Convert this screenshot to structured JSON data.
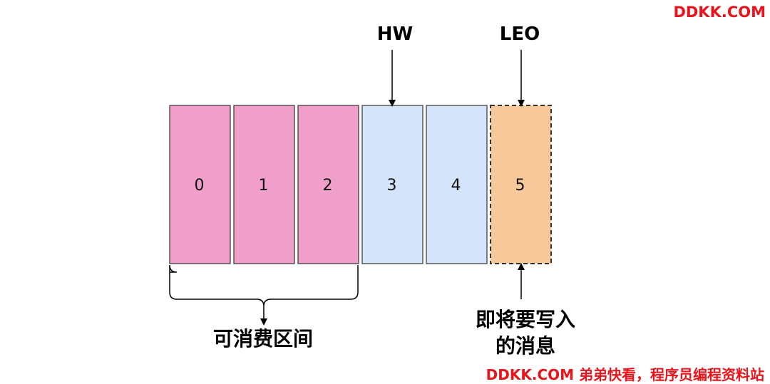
{
  "cells": [
    {
      "label": "0",
      "group": "consumable"
    },
    {
      "label": "1",
      "group": "consumable"
    },
    {
      "label": "2",
      "group": "consumable"
    },
    {
      "label": "3",
      "group": "committed"
    },
    {
      "label": "4",
      "group": "committed"
    },
    {
      "label": "5",
      "group": "pending"
    }
  ],
  "colors": {
    "consumable_fill": "#f09fca",
    "committed_fill": "#d4e4fa",
    "pending_fill": "#f7c99a",
    "stroke": "#333333"
  },
  "markers": {
    "hw": {
      "label": "HW",
      "cell": 3
    },
    "leo": {
      "label": "LEO",
      "cell": 5
    }
  },
  "consumable_range": {
    "label": "可消费区间",
    "from": 0,
    "to": 2
  },
  "pending_note": {
    "line1": "即将要写入",
    "line2": "的消息"
  },
  "watermark": {
    "top": "DDKK.COM",
    "bottom": "DDKK.COM 弟弟快看，程序员编程资料站"
  }
}
